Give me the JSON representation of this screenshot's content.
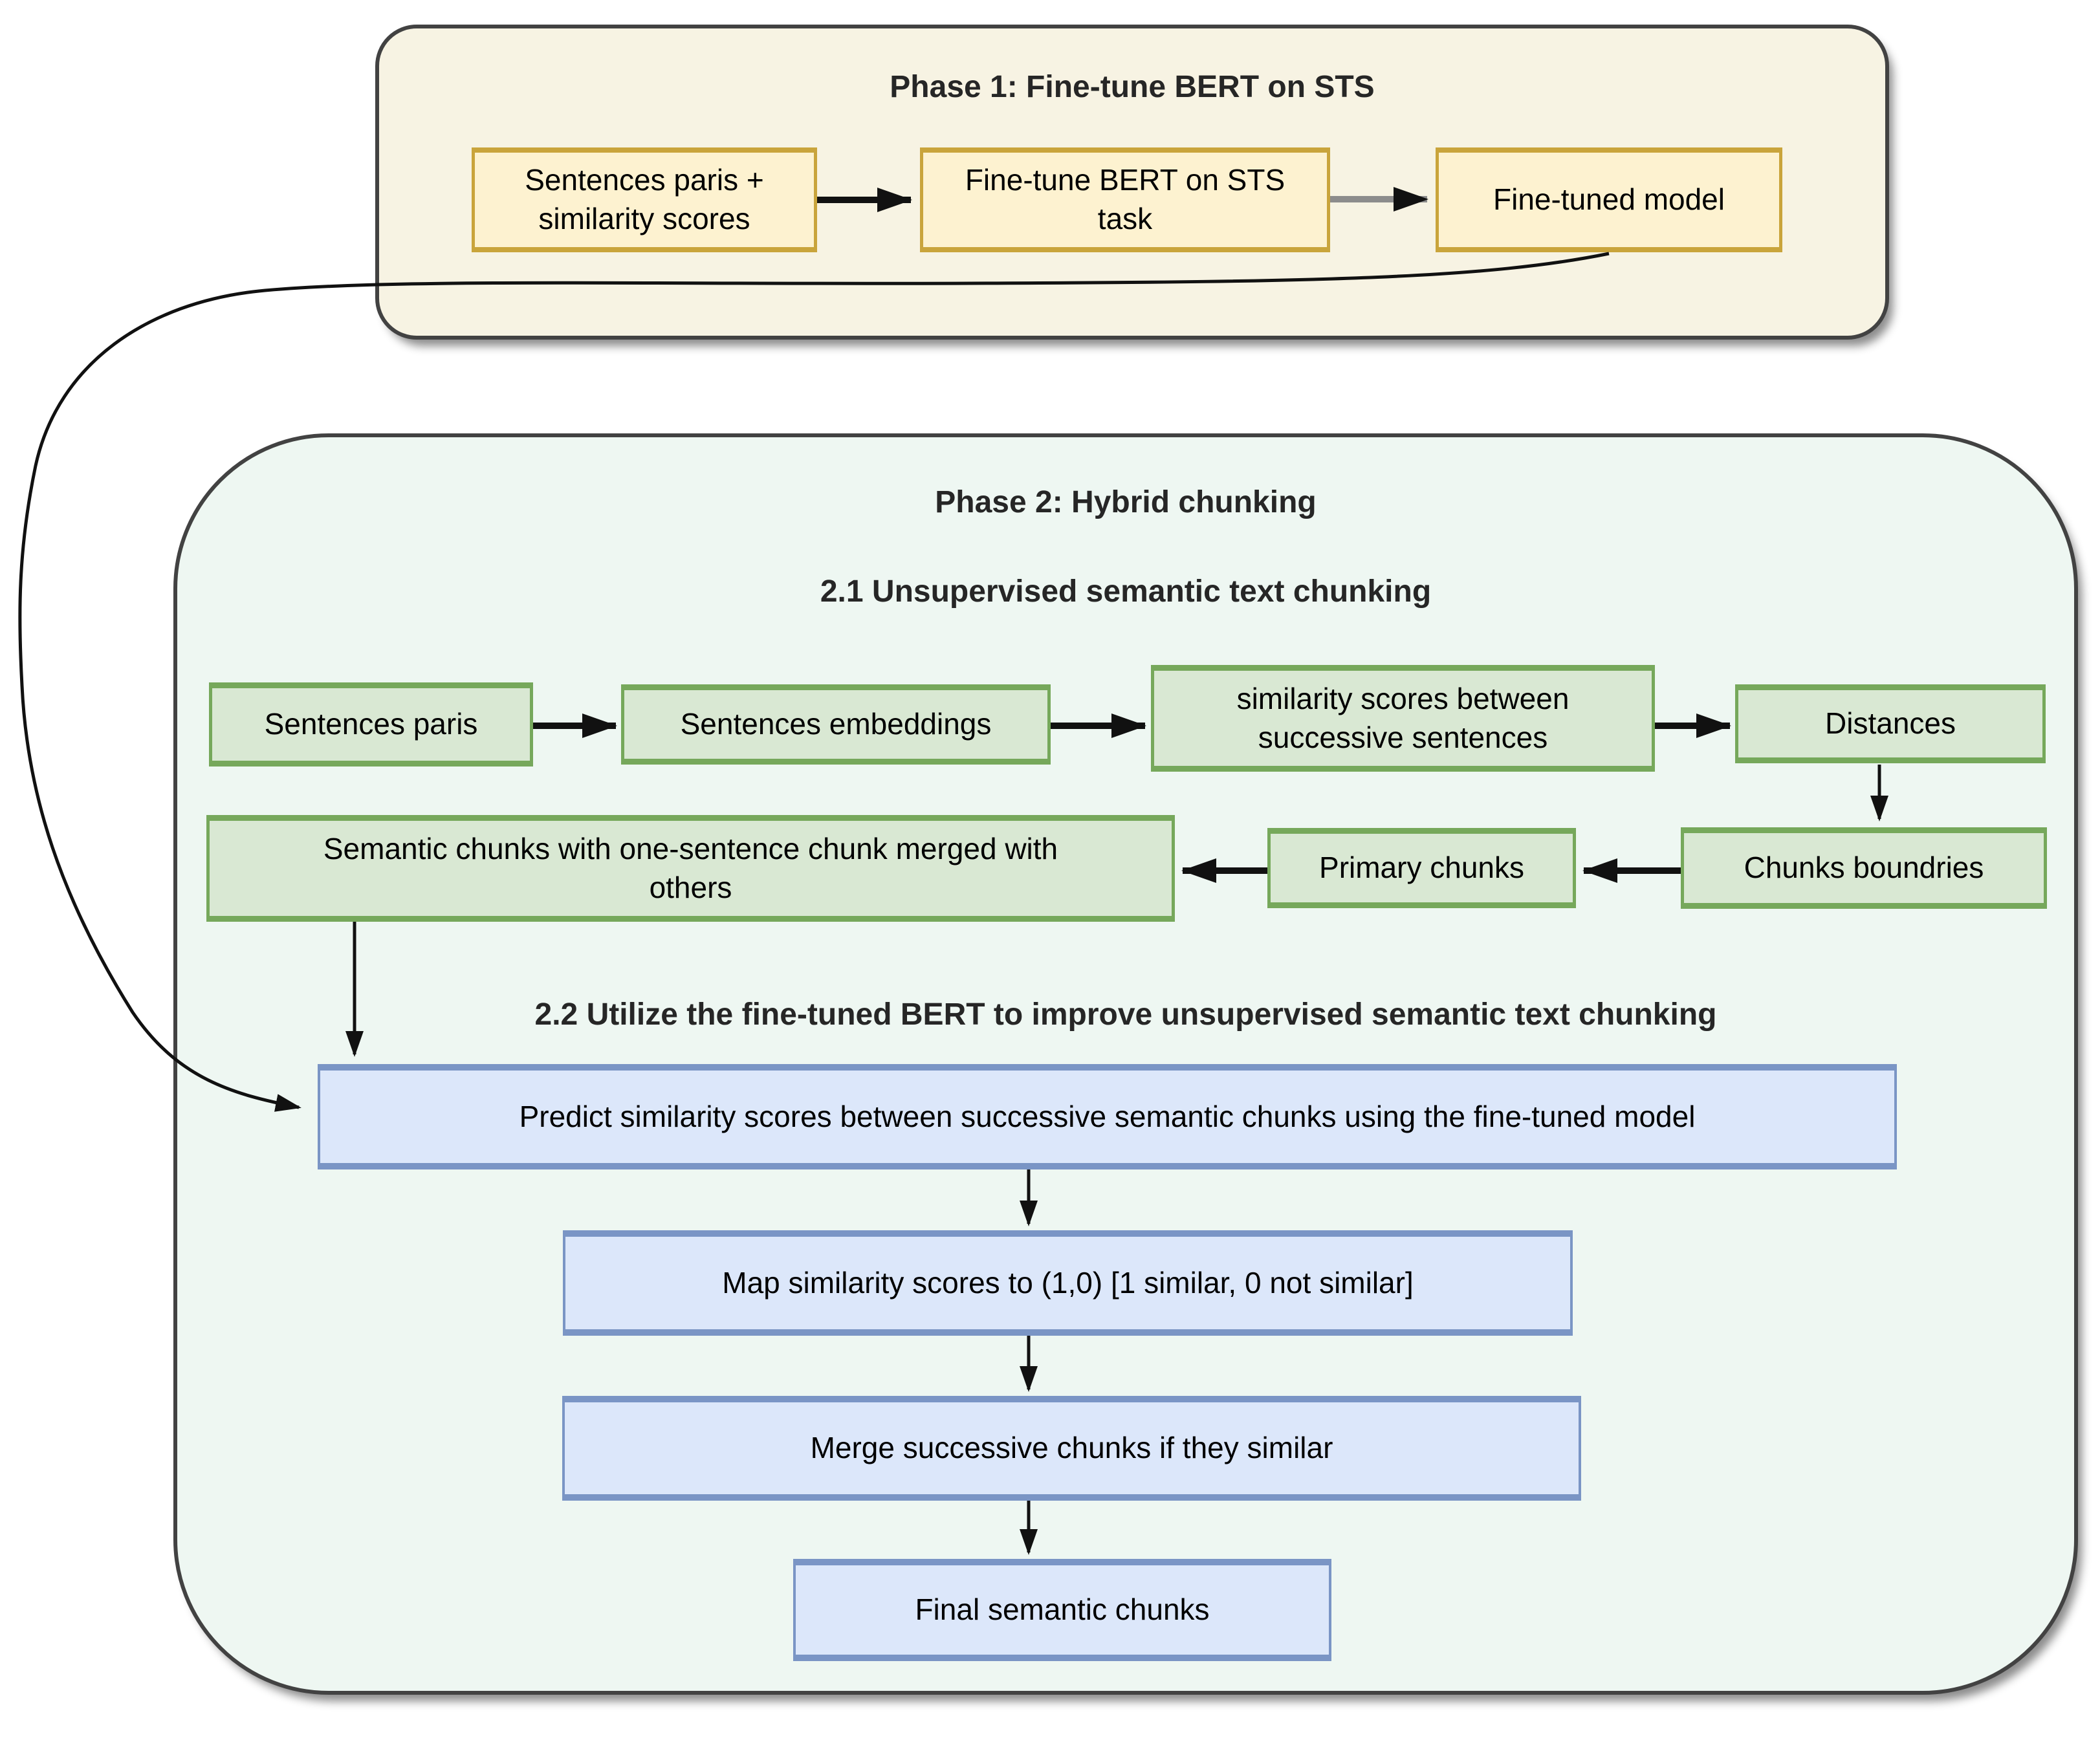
{
  "phase1": {
    "title": "Phase 1: Fine-tune BERT on STS",
    "nodes": [
      {
        "label": "Sentences paris +\nsimilarity scores"
      },
      {
        "label": "Fine-tune BERT on STS\ntask"
      },
      {
        "label": "Fine-tuned model"
      }
    ]
  },
  "phase2": {
    "title": "Phase 2: Hybrid chunking",
    "section_2_1": {
      "title": "2.1 Unsupervised semantic text chunking",
      "nodes": [
        {
          "label": "Sentences paris"
        },
        {
          "label": "Sentences embeddings"
        },
        {
          "label": "similarity scores between\nsuccessive sentences"
        },
        {
          "label": "Distances"
        },
        {
          "label": "Semantic chunks with one-sentence chunk merged with\nothers"
        },
        {
          "label": "Primary chunks"
        },
        {
          "label": "Chunks boundries"
        }
      ]
    },
    "section_2_2": {
      "title": "2.2 Utilize the fine-tuned BERT to improve unsupervised semantic text chunking",
      "nodes": [
        {
          "label": "Predict similarity scores between successive semantic chunks using the fine-tuned model"
        },
        {
          "label": "Map similarity scores to (1,0) [1 similar, 0 not similar]"
        },
        {
          "label": "Merge successive chunks if they similar"
        },
        {
          "label": "Final semantic chunks"
        }
      ]
    }
  },
  "colors": {
    "phase1_background": "#f7f3e3",
    "phase2_background": "#eef7f2",
    "yellow_node_fill": "#fdf2d0",
    "yellow_node_border": "#c9a43b",
    "green_node_fill": "#d9e8d3",
    "green_node_border": "#76a85b",
    "blue_node_fill": "#dce7fa",
    "blue_node_border": "#7a95c5",
    "container_border": "#424242",
    "arrow_black": "#111111",
    "arrow_gray": "#8c8c8c"
  }
}
